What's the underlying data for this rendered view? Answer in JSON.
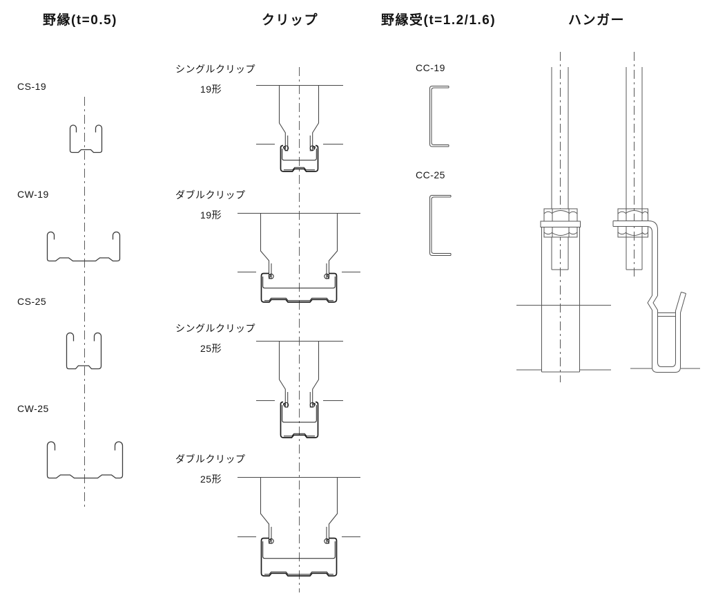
{
  "headers": {
    "nobuchi": "野縁(t=0.5)",
    "clip": "クリップ",
    "nobuchiuke": "野縁受(t=1.2/1.6)",
    "hanger": "ハンガー"
  },
  "nobuchi_labels": [
    "CS-19",
    "CW-19",
    "CS-25",
    "CW-25"
  ],
  "clip_labels": [
    {
      "name": "シングルクリップ",
      "size": "19形"
    },
    {
      "name": "ダブルクリップ",
      "size": "19形"
    },
    {
      "name": "シングルクリップ",
      "size": "25形"
    },
    {
      "name": "ダブルクリップ",
      "size": "25形"
    }
  ],
  "nobuchiuke_labels": [
    "CC-19",
    "CC-25"
  ],
  "colors": {
    "thin_line": "#4f4f4f",
    "profile_line": "#3a3a3a",
    "bold_line": "#1c1c1c",
    "centerline": "#5a5a5a",
    "text": "#141414",
    "background": "#ffffff"
  }
}
